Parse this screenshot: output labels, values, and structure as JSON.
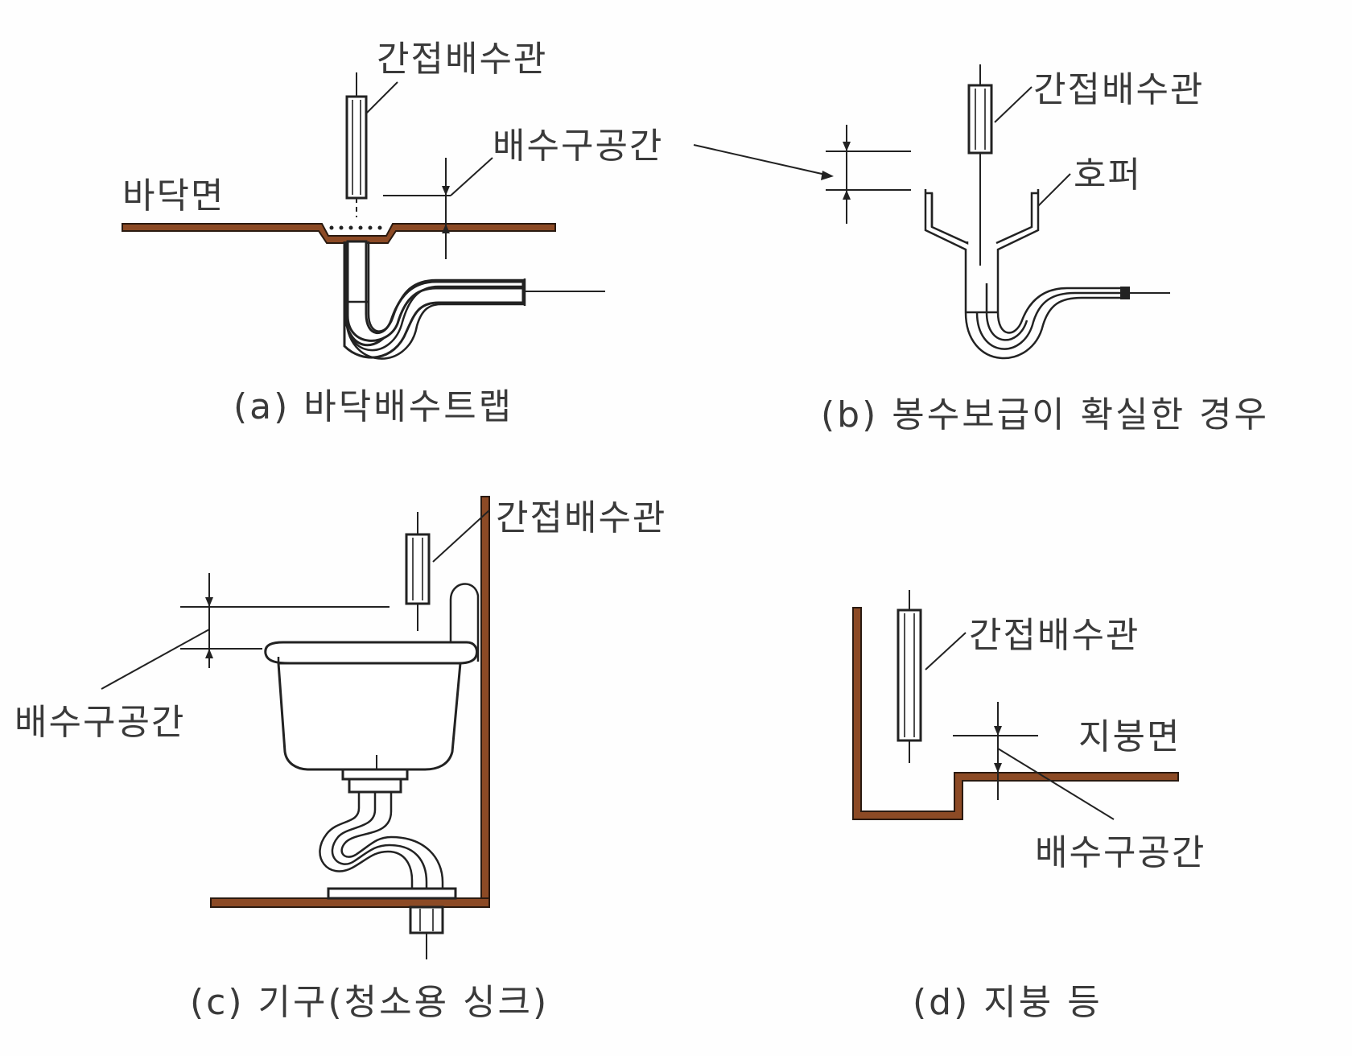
{
  "panel_a": {
    "label_indirect": "간접배수관",
    "label_gap": "배수구공간",
    "label_floor": "바닥면",
    "caption": "(a) 바닥배수트랩"
  },
  "panel_b": {
    "label_indirect": "간접배수관",
    "label_hopper": "호퍼",
    "caption": "(b) 봉수보급이 확실한 경우"
  },
  "panel_c": {
    "label_indirect": "간접배수관",
    "label_gap": "배수구공간",
    "caption": "(c) 기구(청소용 싱크)"
  },
  "panel_d": {
    "label_indirect": "간접배수관",
    "label_roof": "지붕면",
    "label_gap": "배수구공간",
    "caption": "(d) 지붕 등"
  },
  "colors": {
    "surface": "#8c4a25",
    "line": "#222222",
    "text": "#3a3a3a"
  }
}
